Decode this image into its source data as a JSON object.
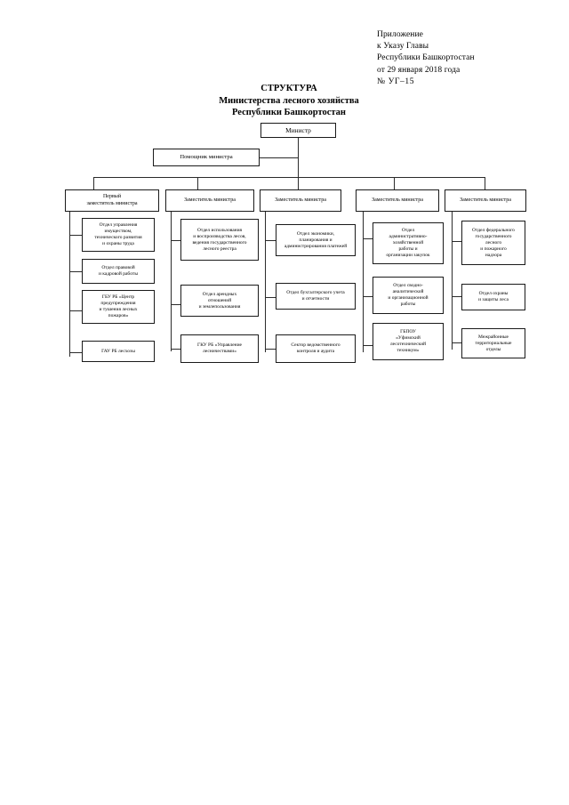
{
  "appendix": {
    "line1": "Приложение",
    "line2": "к Указу Главы",
    "line3": "Республики Башкортостан",
    "line4": "от  29  января  2018  года",
    "line5": "№ УГ–15"
  },
  "title": {
    "line1": "СТРУКТУРА",
    "line2": "Министерства лесного хозяйства",
    "line3": "Республики Башкортостан"
  },
  "chart_data": {
    "type": "diagram",
    "title": "СТРУКТУРА Министерства лесного хозяйства Республики Башкортостан",
    "root": "Министр",
    "staff": "Помощник министра",
    "columns": [
      {
        "head": "Первый\nзаместитель министра",
        "units": [
          "Отдел управления\nимуществом,\nтехнического развития\nи охраны труда",
          "Отдел правовой\nи кадровой работы",
          "ГБУ РБ «Центр\nпредупреждения\nи тушения лесных\nпожаров»",
          "ГАУ РБ лесхозы"
        ]
      },
      {
        "head": "Заместитель министра",
        "units": [
          "Отдел использования\nи воспроизводства лесов,\nведения государственного\nлесного реестра",
          "Отдел арендных\nотношений\nи землепользования",
          "ГКУ РБ «Управление\nлесничествами»"
        ]
      },
      {
        "head": "Заместитель министра",
        "units": [
          "Отдел экономики,\nпланирования и\nадминистрирования платежей",
          "Отдел бухгалтерского учета\nи отчетности",
          "Сектор ведомственного\nконтроля и аудита"
        ]
      },
      {
        "head": "Заместитель министра",
        "units": [
          "Отдел\nадминистративно-\nхозяйственной\nработы и\nорганизации закупок",
          "Отдел сводно-\nаналитической\nи организационной\nработы",
          "ГБПОУ\n«Уфимский\nлесотехнический\nтехникум»"
        ]
      },
      {
        "head": "Заместитель министра",
        "units": [
          "Отдел федерального\nгосударственного\nлесного\nи пожарного\nнадзора",
          "Отдел охраны\nи защиты леса",
          "Межрайонные\nтерриториальные\nотделы"
        ]
      }
    ]
  }
}
